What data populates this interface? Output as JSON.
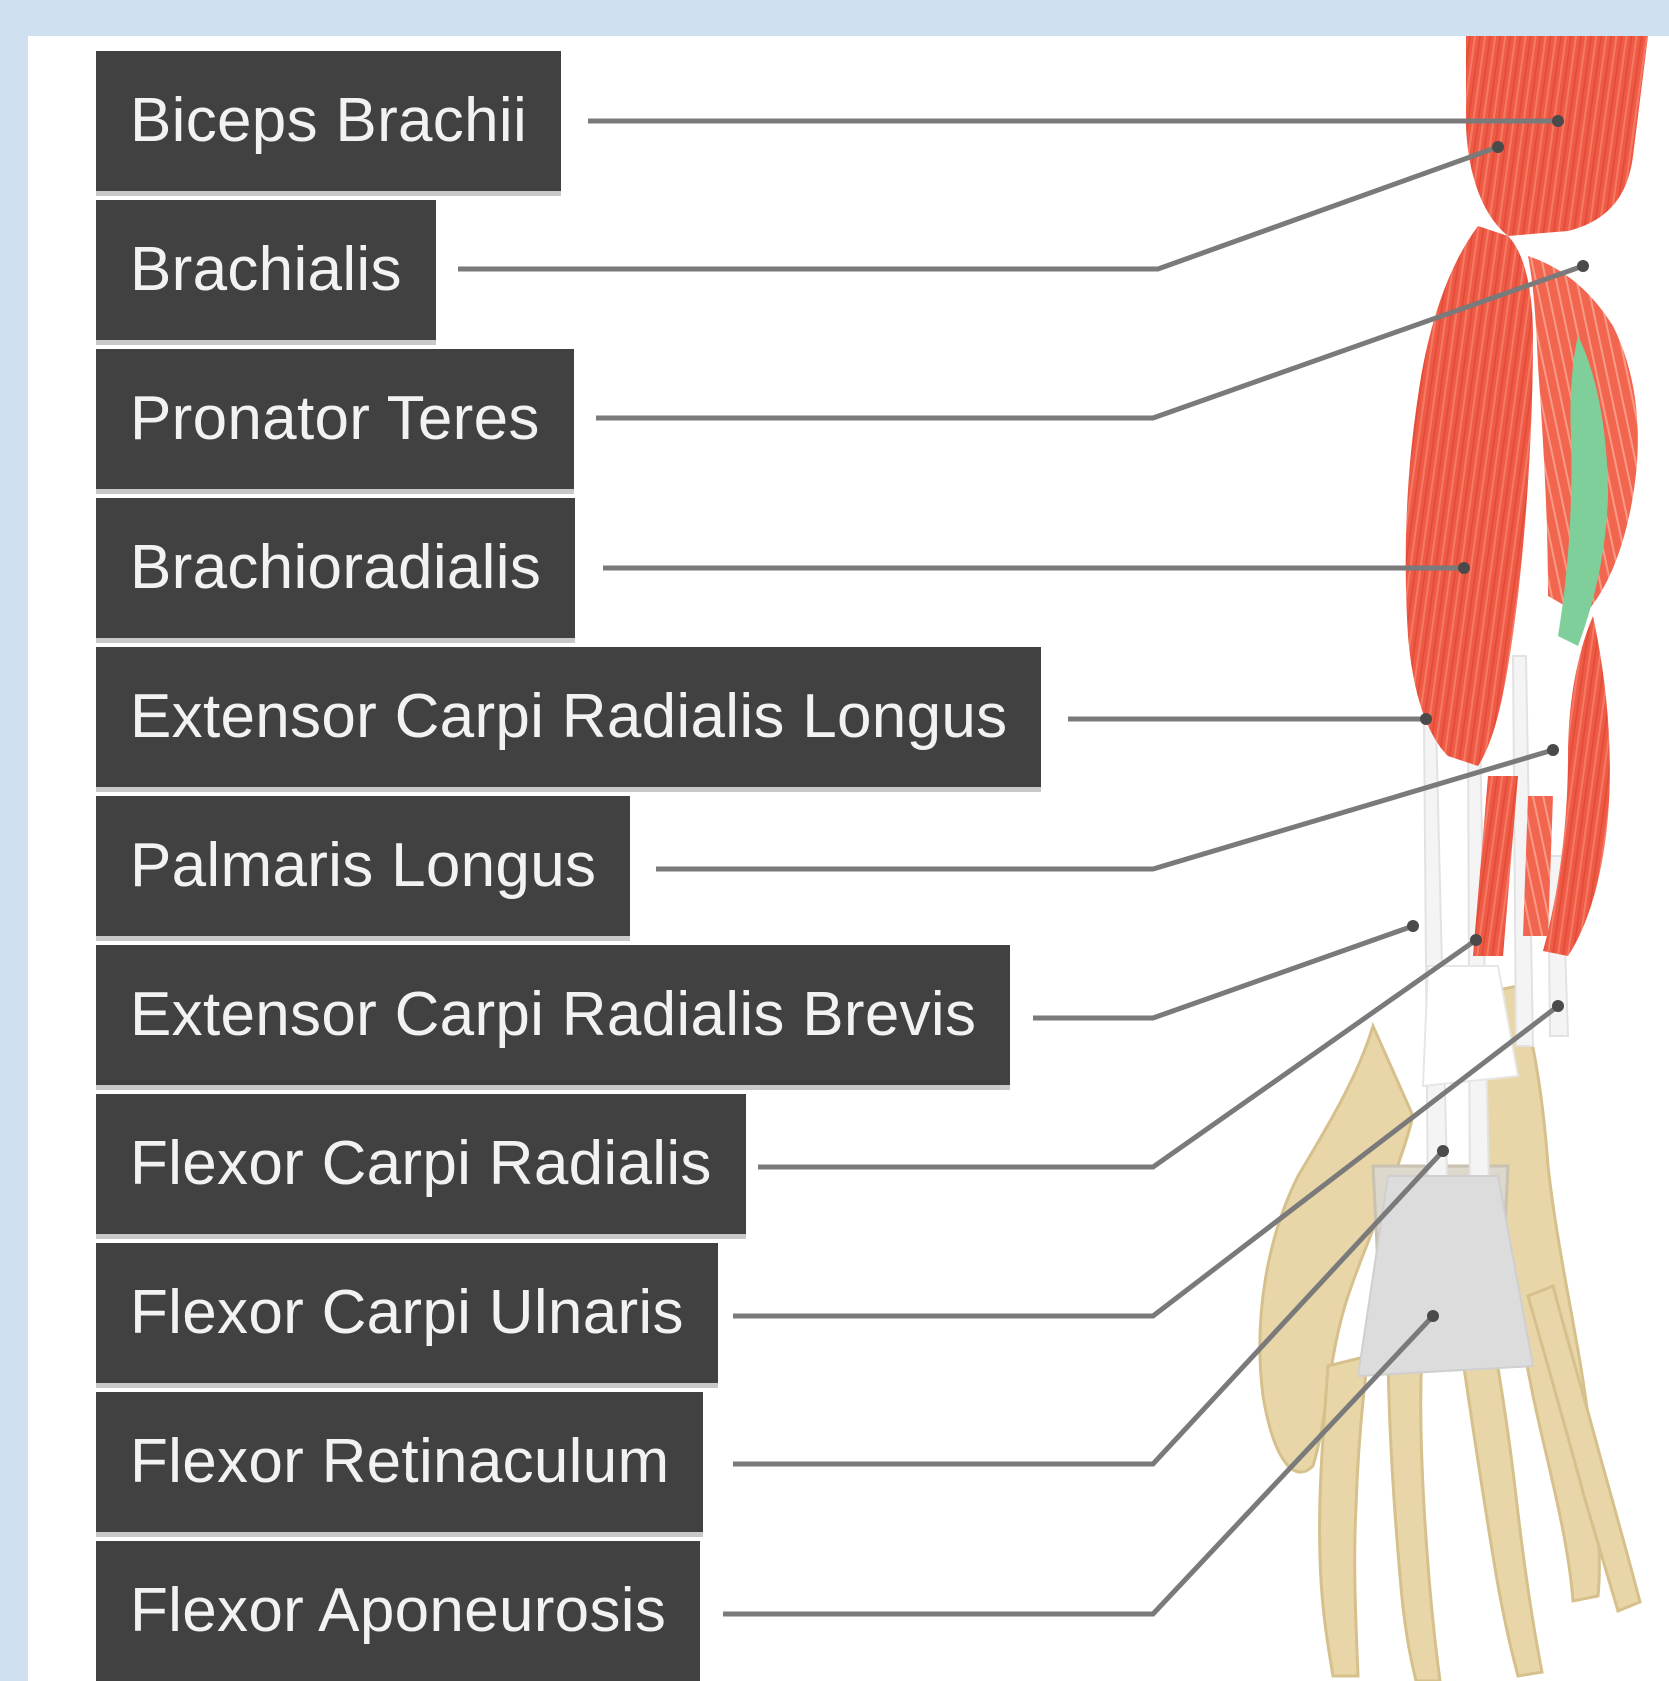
{
  "diagram": {
    "labels": [
      "Biceps Brachii",
      "Brachialis",
      "Pronator Teres",
      "Brachioradialis",
      "Extensor Carpi Radialis Longus",
      "Palmaris Longus",
      "Extensor Carpi Radialis Brevis",
      "Flexor Carpi Radialis",
      "Flexor Carpi Ulnaris",
      "Flexor Retinaculum",
      "Flexor Aponeurosis"
    ]
  },
  "colors": {
    "label_background": "#414141",
    "label_text": "#f2f2f2",
    "leader_line": "#7a7a7a",
    "muscle": "#ef5a45",
    "tendon": "#f4f4f4",
    "bone": "#e8d6a8",
    "frame_border": "#cfe0f1"
  }
}
